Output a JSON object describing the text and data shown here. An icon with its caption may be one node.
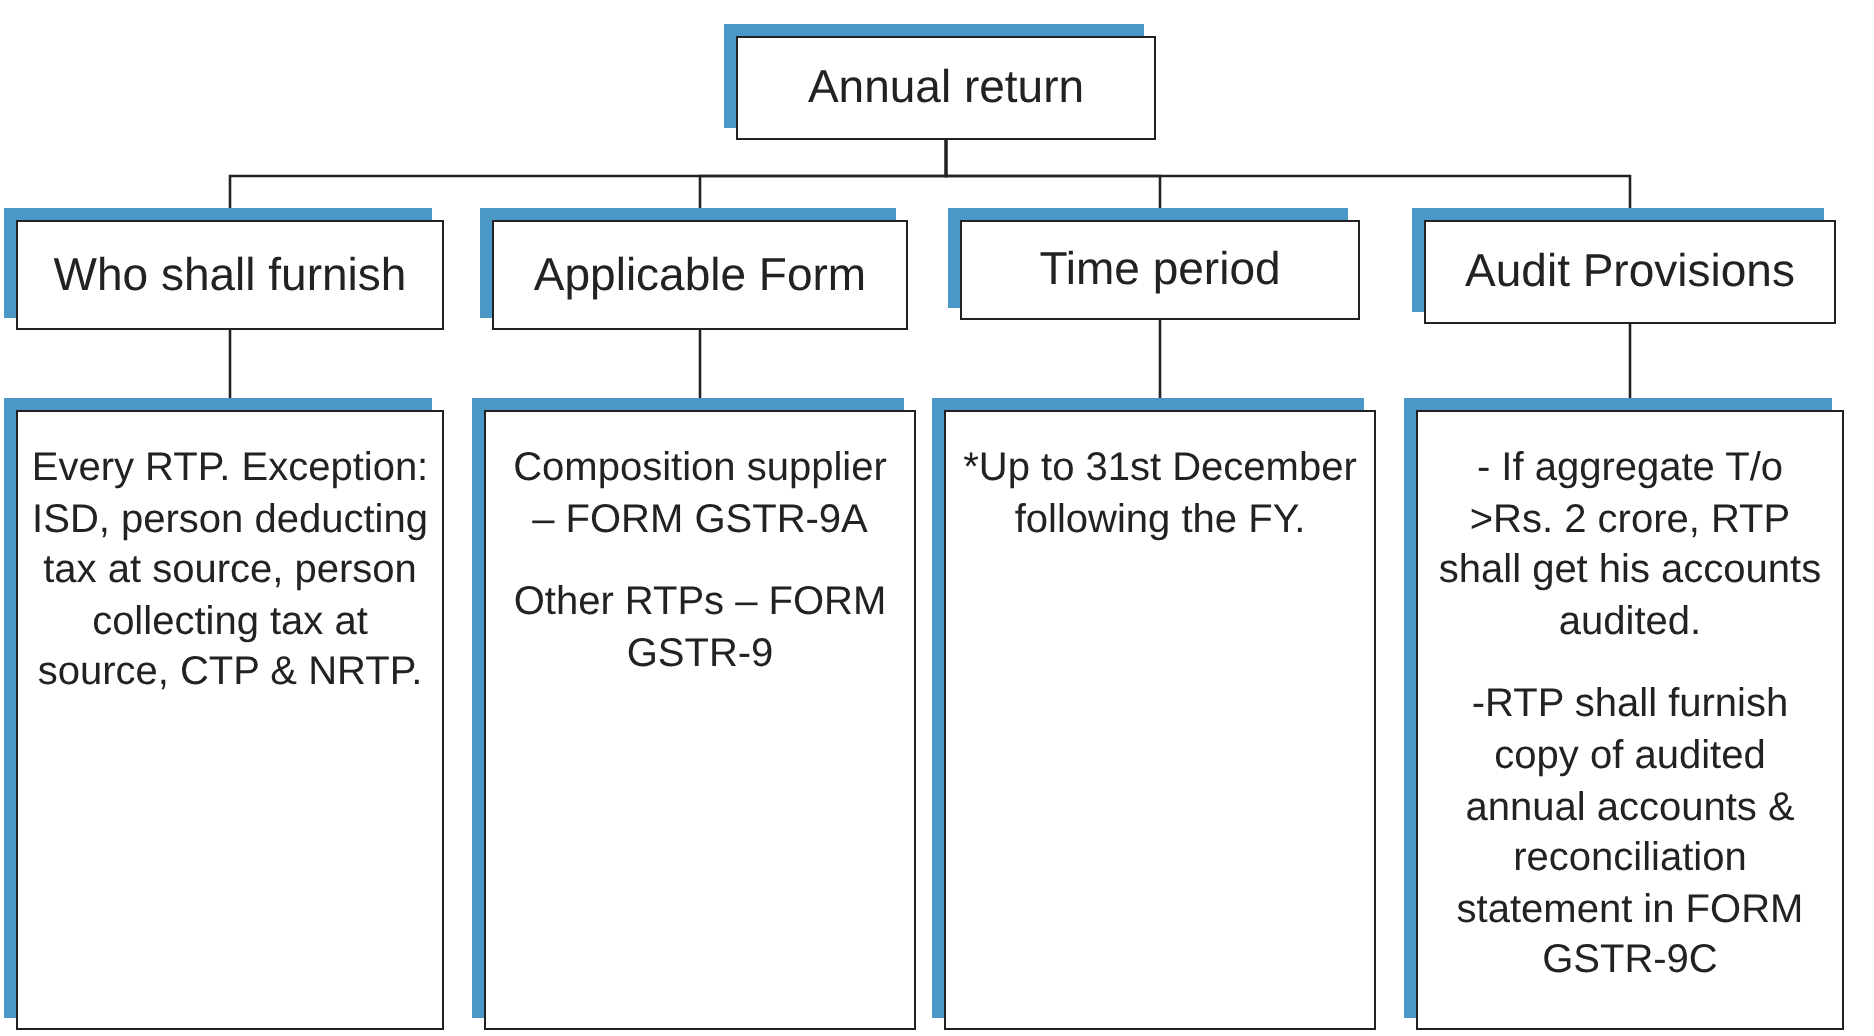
{
  "diagram": {
    "nodes": [
      {
        "text": [
          "Annual return"
        ]
      },
      {
        "text": [
          "Who shall furnish"
        ]
      },
      {
        "text": [
          "Applicable Form"
        ]
      },
      {
        "text": [
          "Time period"
        ]
      },
      {
        "text": [
          "Audit Provisions"
        ]
      },
      {
        "text": [
          "Every RTP. Exception: ISD, person deducting tax at source, person collecting tax at source, CTP & NRTP."
        ]
      },
      {
        "text": [
          "Composition supplier – FORM GSTR-9A",
          "Other RTPs – FORM GSTR-9"
        ]
      },
      {
        "text": [
          "*Up to 31st December following the FY."
        ]
      },
      {
        "text": [
          "- If aggregate T/o >Rs. 2 crore, RTP shall get his accounts audited.",
          "-RTP shall furnish copy of audited annual accounts & reconciliation statement in FORM GSTR-9C"
        ]
      }
    ],
    "edges": [
      {
        "from": 0,
        "to": 1,
        "arrow": "none"
      },
      {
        "from": 0,
        "to": 2,
        "arrow": "none"
      },
      {
        "from": 0,
        "to": 3,
        "arrow": "none"
      },
      {
        "from": 0,
        "to": 4,
        "arrow": "none"
      },
      {
        "from": 1,
        "to": 5,
        "arrow": "none"
      },
      {
        "from": 2,
        "to": 6,
        "arrow": "none"
      },
      {
        "from": 3,
        "to": 7,
        "arrow": "none"
      },
      {
        "from": 4,
        "to": 8,
        "arrow": "none"
      }
    ]
  }
}
